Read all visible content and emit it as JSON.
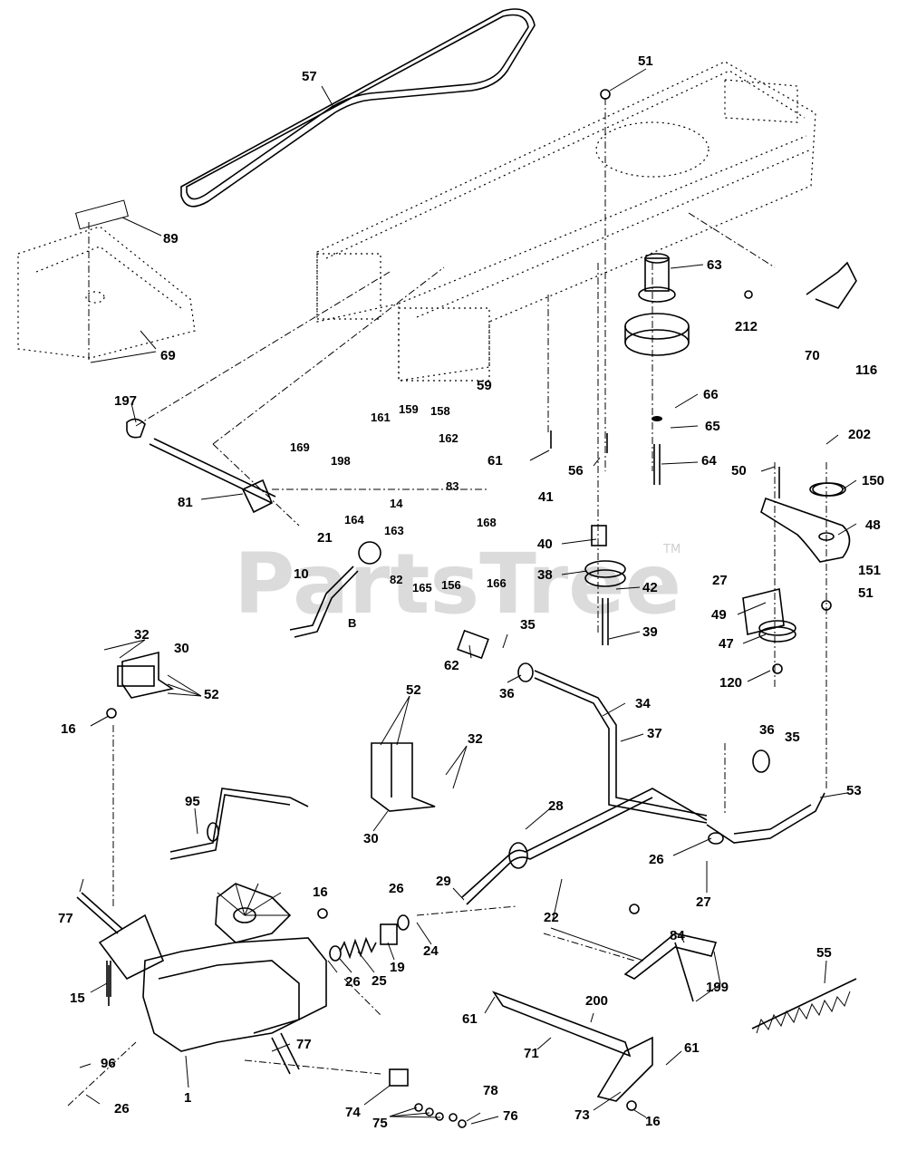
{
  "watermark": {
    "text": "PartsTree",
    "tm": "TM"
  },
  "labels": [
    "57",
    "51",
    "89",
    "63",
    "212",
    "70",
    "116",
    "69",
    "197",
    "161",
    "159",
    "158",
    "59",
    "66",
    "169",
    "162",
    "198",
    "65",
    "61",
    "56",
    "64",
    "202",
    "50",
    "150",
    "83",
    "81",
    "164",
    "14",
    "41",
    "48",
    "168",
    "163",
    "40",
    "21",
    "27",
    "151",
    "10",
    "82",
    "165",
    "156",
    "166",
    "38",
    "42",
    "51",
    "49",
    "B",
    "47",
    "39",
    "120",
    "35",
    "32",
    "30",
    "62",
    "52",
    "36",
    "34",
    "16",
    "37",
    "36",
    "35",
    "52",
    "32",
    "53",
    "95",
    "28",
    "30",
    "26",
    "27",
    "29",
    "16",
    "26",
    "22",
    "84",
    "55",
    "77",
    "19",
    "24",
    "25",
    "26",
    "199",
    "15",
    "61",
    "200",
    "71",
    "96",
    "77",
    "61",
    "1",
    "78",
    "74",
    "26",
    "76",
    "73",
    "16",
    "75"
  ],
  "label_names": [
    "57-label",
    "51-label",
    "89-label",
    "63-label",
    "212-label",
    "70-label",
    "116-label",
    "69-label",
    "197-label",
    "161-label",
    "159-label",
    "158-label",
    "59-label",
    "66-label",
    "169-label",
    "162-label",
    "198-label",
    "65-label",
    "61-label",
    "56-label",
    "64-label",
    "202-label",
    "50-label",
    "150-label",
    "83-label",
    "81-label",
    "164-label",
    "14-label",
    "41-label",
    "48-label",
    "168-label",
    "163-label",
    "40-label",
    "21-label",
    "27-label",
    "151-label",
    "10-label",
    "82-label",
    "165-label",
    "156-label",
    "166-label",
    "38-label",
    "42-label",
    "51-label",
    "49-label",
    "B-label",
    "47-label",
    "39-label",
    "120-label",
    "35-label",
    "32-label",
    "30-label",
    "62-label",
    "52-label",
    "36-label",
    "34-label",
    "16-label",
    "37-label",
    "36-label",
    "35-label",
    "52-label",
    "32-label",
    "53-label",
    "95-label",
    "28-label",
    "30-label",
    "26-label",
    "27-label",
    "29-label",
    "16-label",
    "26-label",
    "22-label",
    "84-label",
    "55-label",
    "77-label",
    "19-label",
    "24-label",
    "25-label",
    "26-label",
    "199-label",
    "15-label",
    "61-label",
    "200-label",
    "71-label",
    "96-label",
    "77-label",
    "61-label",
    "1-label",
    "78-label",
    "74-label",
    "26-label",
    "76-label",
    "73-label",
    "16-label",
    "75-label"
  ]
}
